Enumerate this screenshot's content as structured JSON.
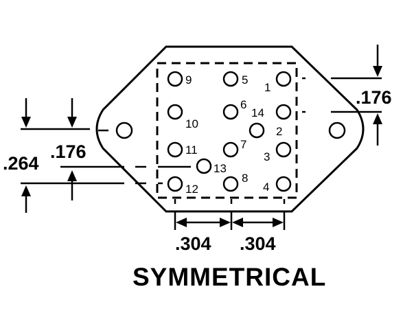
{
  "pins": [
    {
      "label": "1"
    },
    {
      "label": "2"
    },
    {
      "label": "3"
    },
    {
      "label": "4"
    },
    {
      "label": "5"
    },
    {
      "label": "6"
    },
    {
      "label": "7"
    },
    {
      "label": "8"
    },
    {
      "label": "9"
    },
    {
      "label": "10"
    },
    {
      "label": "11"
    },
    {
      "label": "12"
    },
    {
      "label": "13"
    },
    {
      "label": "14"
    }
  ],
  "dimensions": {
    "pitch_left": ".304",
    "pitch_right": ".304",
    "right_offset": ".176",
    "left_offset": ".176",
    "left_span": ".264"
  },
  "caption": "SYMMETRICAL"
}
